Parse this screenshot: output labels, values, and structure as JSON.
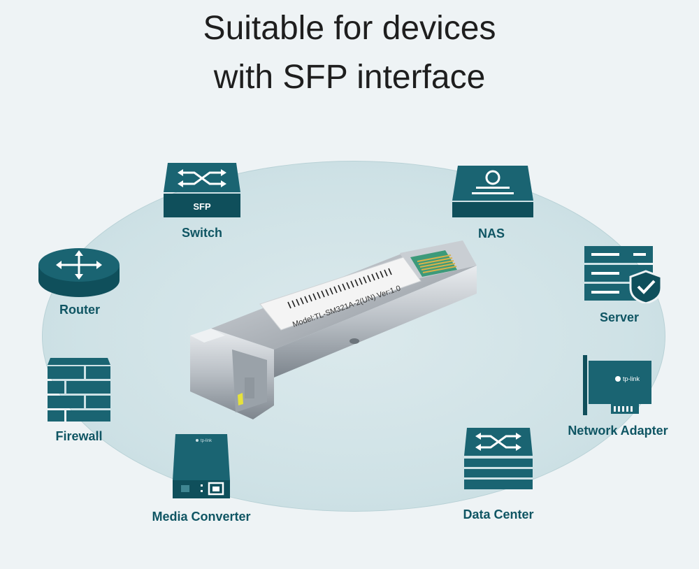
{
  "heading": {
    "line1": "Suitable for devices",
    "line2": "with SFP interface"
  },
  "module": {
    "label_text": "Model:TL-SM321A-2(UN)  Ver:1.0"
  },
  "devices": {
    "switch": {
      "label": "Switch",
      "badge": "SFP"
    },
    "nas": {
      "label": "NAS"
    },
    "router": {
      "label": "Router"
    },
    "server": {
      "label": "Server"
    },
    "firewall": {
      "label": "Firewall"
    },
    "network_adapter": {
      "label": "Network Adapter",
      "brand": "tp-link"
    },
    "media_converter": {
      "label": "Media Converter",
      "brand": "tp-link"
    },
    "data_center": {
      "label": "Data Center"
    }
  },
  "colors": {
    "device_teal": "#1a6472",
    "device_dark": "#0f4f5b",
    "label_teal": "#0f5563",
    "ellipse": "#d3e5e9"
  }
}
